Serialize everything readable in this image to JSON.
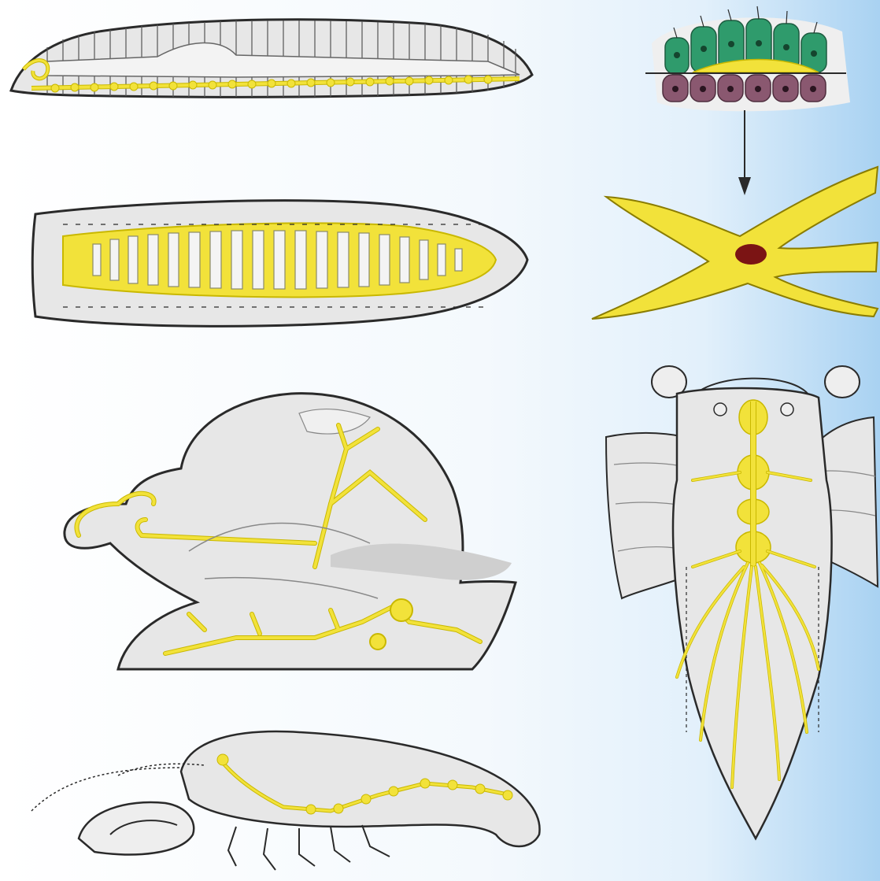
{
  "colors": {
    "nerve_yellow": "#f2e23a",
    "nerve_stroke": "#c9b800",
    "body_fill": "#e7e7e7",
    "outline": "#2a2a2a",
    "background_left": "#ffffff",
    "background_right": "#a9d2f2",
    "cell_green": "#2f9b6c",
    "cell_purple": "#8a5870",
    "nucleus": "#7b1414"
  },
  "panels": [
    {
      "id": "annelid-nerve-cord",
      "icon": "segmented-worm-icon"
    },
    {
      "id": "flatworm-ladder-system",
      "icon": "ladder-nervous-system-icon"
    },
    {
      "id": "mollusc-ganglia",
      "icon": "snail-icon"
    },
    {
      "id": "crustacean-ventral-cord",
      "icon": "crayfish-icon"
    },
    {
      "id": "epithelium-origin",
      "icon": "cell-layer-icon"
    },
    {
      "id": "neuron-cell",
      "icon": "neuron-icon"
    },
    {
      "id": "insect-fused-ganglia",
      "icon": "insect-icon"
    }
  ]
}
